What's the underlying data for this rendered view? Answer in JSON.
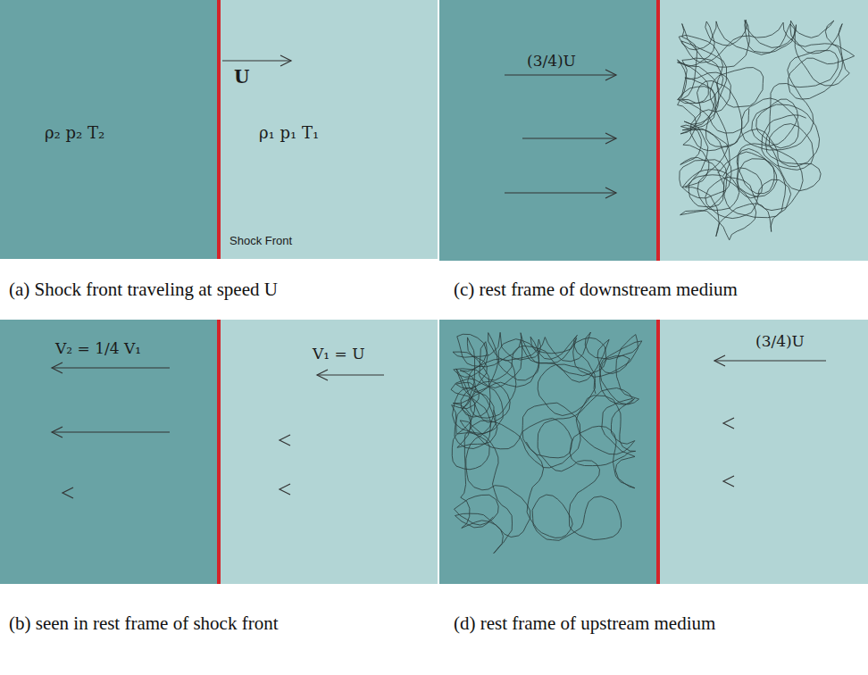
{
  "diagram": {
    "nodes": [
      {
        "text": [
          "ρ₂ p₂ T₂",
          "U",
          "ρ₁ p₁ T₁",
          "Shock Front"
        ]
      },
      {
        "text": [
          "(3/4)U"
        ]
      },
      {
        "text": [
          "V₂ = 1/4 V₁",
          "V₁ = U"
        ]
      },
      {
        "text": [
          "(3/4)U"
        ]
      }
    ],
    "labels": [
      "(a) Shock front traveling at speed U",
      "(c) rest frame of downstream medium",
      "(b) seen in rest frame of shock front",
      "(d) rest frame of upstream medium"
    ]
  }
}
